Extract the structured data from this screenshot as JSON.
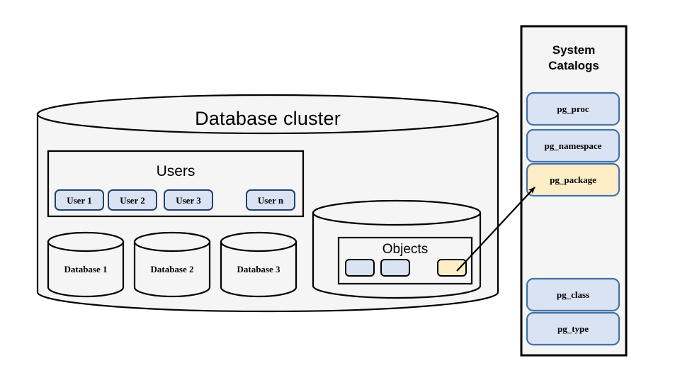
{
  "diagram": {
    "title": "Database cluster",
    "background_color": "#ffffff",
    "shape_fill": "#f5f5f5",
    "stroke_color": "#000000"
  },
  "cluster": {
    "title": "Database cluster",
    "users_panel": {
      "title": "Users",
      "items": [
        {
          "label": "User 1"
        },
        {
          "label": "User 2"
        },
        {
          "label": "User 3"
        },
        {
          "label": "User n"
        }
      ],
      "item_fill": "#dae3f3",
      "item_stroke": "#24416b"
    },
    "databases": [
      {
        "label": "Database 1"
      },
      {
        "label": "Database 2"
      },
      {
        "label": "Database 3"
      }
    ],
    "objects_cylinder": {
      "panel_title": "Objects",
      "objects": [
        {
          "name": "object-box-1",
          "fill": "#dae3f3",
          "stroke": "#000000"
        },
        {
          "name": "object-box-2",
          "fill": "#dae3f3",
          "stroke": "#000000"
        },
        {
          "name": "object-box-highlighted",
          "fill": "#fdeec8",
          "stroke": "#000000"
        }
      ]
    }
  },
  "system_catalogs": {
    "title": "System\nCatalogs",
    "title_line1": "System",
    "title_line2": "Catalogs",
    "panel_fill": "#f5f5f5",
    "panel_stroke": "#000000",
    "catalogs": [
      {
        "label": "pg_proc",
        "fill": "#dae3f3",
        "stroke": "#4472a8",
        "highlighted": false
      },
      {
        "label": "pg_namespace",
        "fill": "#dae3f3",
        "stroke": "#4472a8",
        "highlighted": false
      },
      {
        "label": "pg_package",
        "fill": "#fdeec8",
        "stroke": "#4472a8",
        "highlighted": true
      },
      {
        "label": "pg_class",
        "fill": "#dae3f3",
        "stroke": "#4472a8",
        "highlighted": false
      },
      {
        "label": "pg_type",
        "fill": "#dae3f3",
        "stroke": "#4472a8",
        "highlighted": false
      }
    ]
  },
  "connector": {
    "name": "object-to-pg-package-arrow",
    "from": "object-box-highlighted",
    "to": "pg_package"
  }
}
